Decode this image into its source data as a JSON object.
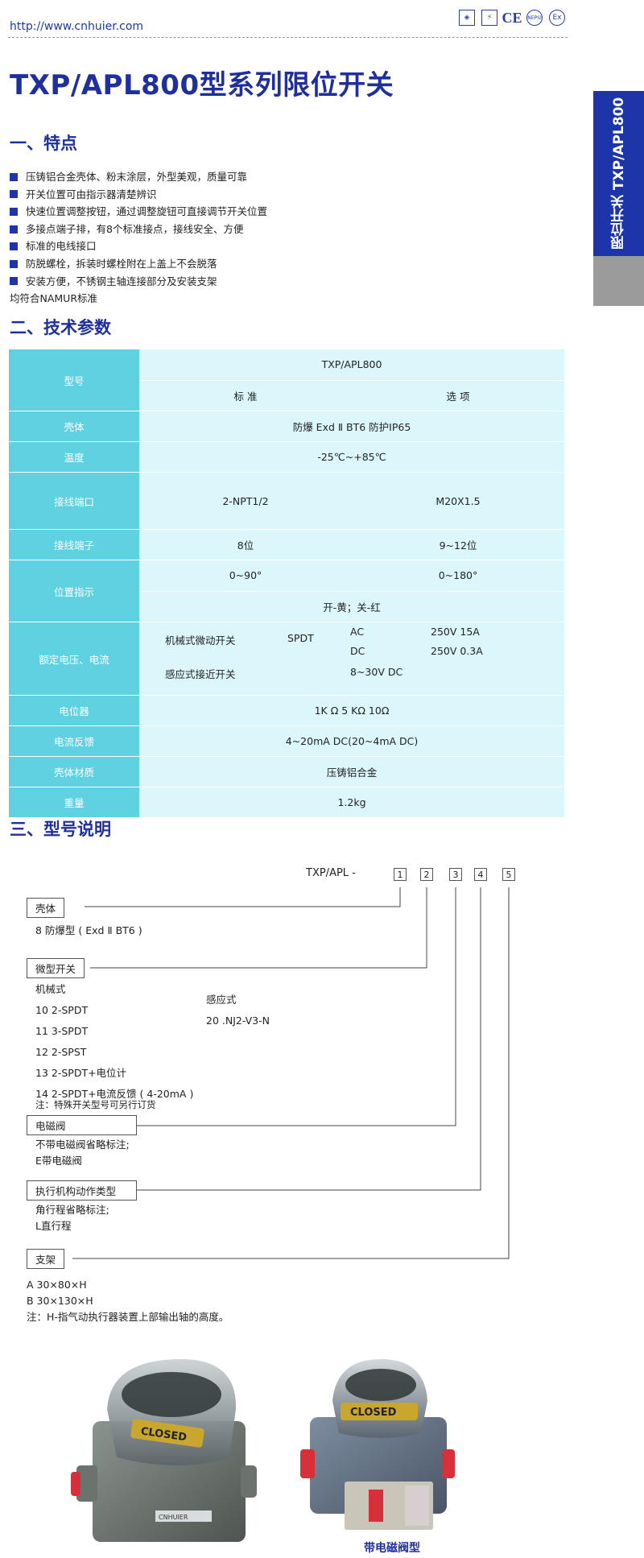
{
  "header": {
    "url": "http://www.cnhuier.com",
    "certs": [
      "shield-icon",
      "explosion-proof-icon",
      "CE",
      "NEPSI",
      "Ex"
    ]
  },
  "title": "TXP/APL800型系列限位开关",
  "sidebar": {
    "label": "限位开关 TXP/APL800"
  },
  "section1": {
    "heading": "一、特点",
    "items": [
      "压铸铝合金壳体、粉末涂层，外型美观，质量可靠",
      "开关位置可由指示器清楚辨识",
      "快速位置调整按钮，通过调整旋钮可直接调节开关位置",
      "多接点端子排，有8个标准接点，接线安全、方便",
      "标准的电线接口",
      "防脱螺栓，拆装时螺栓附在上盖上不会脱落",
      "安装方便，不锈钢主轴连接部分及安装支架"
    ],
    "note": "均符合NAMUR标准"
  },
  "section2": {
    "heading": "二、技术参数",
    "rows": {
      "model": {
        "label": "型号",
        "value": "TXP/APL800",
        "std": "标  准",
        "opt": "选  项"
      },
      "shell": {
        "label": "壳体",
        "value": "防爆  Exd Ⅱ BT6  防护IP65"
      },
      "temp": {
        "label": "温度",
        "value": "-25℃~+85℃"
      },
      "port": {
        "label": "接线端口",
        "std": "2-NPT1/2",
        "opt": "M20X1.5"
      },
      "terminal": {
        "label": "接线端子",
        "std": "8位",
        "opt": "9~12位"
      },
      "position": {
        "label": "位置指示",
        "std": "0~90°",
        "opt": "0~180°",
        "color": "开-黄；关-红"
      },
      "voltage": {
        "label": "额定电压、电流",
        "mech": "机械式微动开关",
        "spdt": "SPDT",
        "ac": "AC",
        "ac_val": "250V  15A",
        "dc": "DC",
        "dc_val": "250V  0.3A",
        "prox": "感应式接近开关",
        "prox_val": "8~30V DC"
      },
      "pot": {
        "label": "电位器",
        "value": "1K Ω    5 KΩ    10Ω"
      },
      "feedback": {
        "label": "电流反馈",
        "value": "4~20mA DC(20~4mA DC)"
      },
      "material": {
        "label": "壳体材质",
        "value": "压铸铝合金"
      },
      "weight": {
        "label": "重量",
        "value": "1.2kg"
      }
    }
  },
  "section3": {
    "heading": "三、型号说明",
    "prefix": "TXP/APL  -",
    "boxes": [
      "1",
      "2",
      "3",
      "4",
      "5"
    ],
    "shell": {
      "label": "壳体",
      "desc": "8 防爆型 ( Exd Ⅱ BT6 )"
    },
    "switch": {
      "label": "微型开关",
      "mech": "机械式",
      "items": [
        "10   2-SPDT",
        "11   3-SPDT",
        "12   2-SPST",
        "13   2-SPDT+电位计",
        "14   2-SPDT+电流反馈 ( 4-20mA )"
      ],
      "note": "注：特殊开关型号可另行订货",
      "ind": "感应式",
      "ind_item": "20   .NJ2-V3-N"
    },
    "valve": {
      "label": "电磁阀",
      "l1": "不带电磁阀省略标注;",
      "l2": "E带电磁阀"
    },
    "actuator": {
      "label": "执行机构动作类型",
      "l1": "角行程省略标注;",
      "l2": "L直行程"
    },
    "bracket": {
      "label": "支架",
      "a": "A   30×80×H",
      "b": "B   30×130×H",
      "note": "注：H-指气动执行器装置上部输出轴的高度。"
    }
  },
  "photos": {
    "left_label": "CLOSED",
    "right_label": "CLOSED",
    "caption": "带电磁阀型",
    "brand": "CNHUIER"
  }
}
